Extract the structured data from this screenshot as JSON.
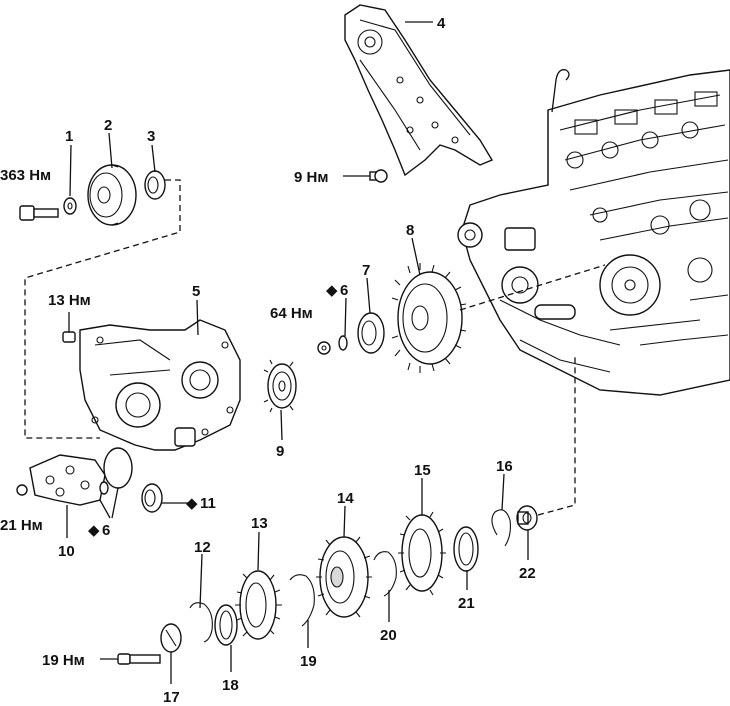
{
  "labels": {
    "p1": "1",
    "p2": "2",
    "p3": "3",
    "p4": "4",
    "p5": "5",
    "p6a": "6",
    "p6b": "6",
    "p7": "7",
    "p8": "8",
    "p9": "9",
    "p10": "10",
    "p11": "11",
    "p12": "12",
    "p13": "13",
    "p14": "14",
    "p15": "15",
    "p16": "16",
    "p17": "17",
    "p18": "18",
    "p19": "19",
    "p20": "20",
    "p21": "21",
    "p22": "22"
  },
  "torques": {
    "t363": "363 Нм",
    "t9": "9 Нм",
    "t13": "13 Нм",
    "t64": "64 Нм",
    "t21": "21 Нм",
    "t19": "19 Нм"
  },
  "markers": {
    "diamond": "◆"
  }
}
